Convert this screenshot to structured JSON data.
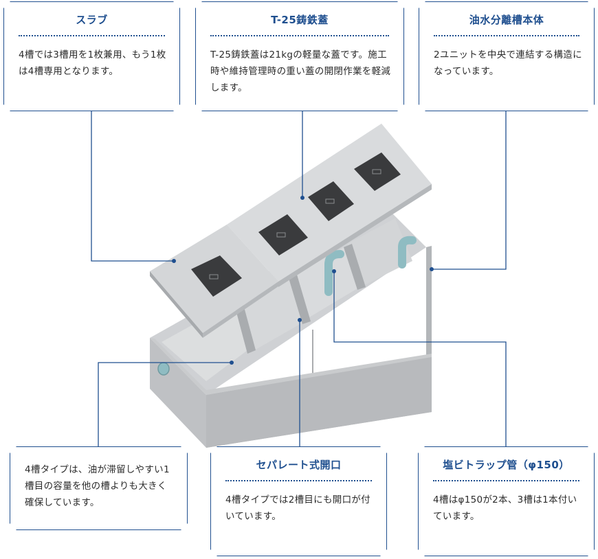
{
  "callouts": {
    "slab": {
      "title": "スラブ",
      "body": "4槽では3槽用を1枚兼用、もう1枚は4槽専用となります。"
    },
    "cover": {
      "title": "T-25鋳鉄蓋",
      "body": "T-25鋳鉄蓋は21kgの軽量な蓋です。施工時や維持管理時の重い蓋の開閉作業を軽減します。"
    },
    "body": {
      "title": "油水分離槽本体",
      "body": "2ユニットを中央で連結する構造になっています。"
    },
    "capacity": {
      "body": "4槽タイプは、油が滞留しやすい1槽目の容量を他の槽よりも大きく確保しています。"
    },
    "separate": {
      "title": "セパレート式開口",
      "body": "4槽タイプでは2槽目にも開口が付いています。"
    },
    "pipe": {
      "title": "塩ビトラップ管（φ150）",
      "body": "4槽はφ150が2本、3槽は1本付いています。"
    }
  },
  "colors": {
    "accent": "#1f4f8f",
    "concrete_light": "#d2d4d6",
    "concrete_mid": "#c3c5c8",
    "concrete_dark": "#aeb1b4",
    "cover": "#3a3b3d",
    "pipe": "#8fbcc2"
  }
}
